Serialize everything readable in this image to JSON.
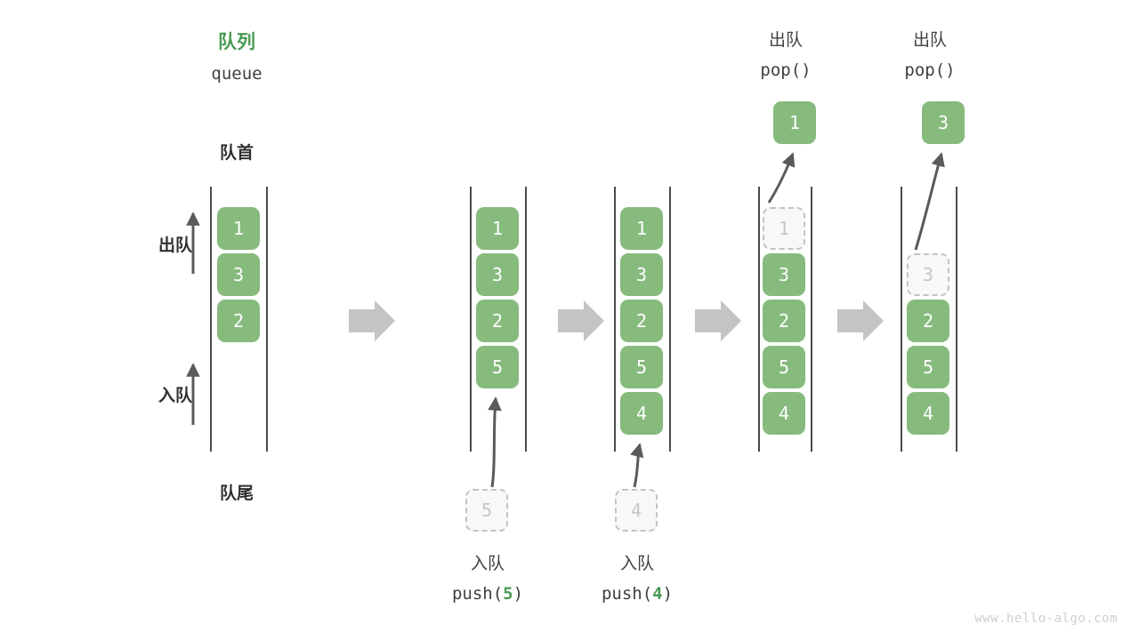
{
  "diagram": {
    "title_cn": "队列",
    "title_en": "queue",
    "front_label": "队首",
    "rear_label": "队尾",
    "pop_side_label": "出队",
    "push_side_label": "入队",
    "watermark": "www.hello-algo.com",
    "accent_green": "#4a9b54",
    "cell_green": "#86bb7d",
    "ghost_gray": "#c6c6c6",
    "arrow_gray": "#5a5a5a",
    "step_arrow_gray": "#c4c4c4"
  },
  "panels": [
    {
      "id": "initial",
      "cells": [
        "1",
        "3",
        "2"
      ],
      "ghost_index": null,
      "caption_cn": "",
      "caption_code": "",
      "external_cell": null
    },
    {
      "id": "after-push-5",
      "cells": [
        "1",
        "3",
        "2",
        "5"
      ],
      "ghost_index": null,
      "caption_cn": "入队",
      "caption_code": "push(5)",
      "caption_code_pre": "push(",
      "caption_code_num": "5",
      "caption_code_post": ")",
      "external_cell": "5"
    },
    {
      "id": "after-push-4",
      "cells": [
        "1",
        "3",
        "2",
        "5",
        "4"
      ],
      "ghost_index": null,
      "caption_cn": "入队",
      "caption_code": "push(4)",
      "caption_code_pre": "push(",
      "caption_code_num": "4",
      "caption_code_post": ")",
      "external_cell": "4"
    },
    {
      "id": "pop-1",
      "cells": [
        "1",
        "3",
        "2",
        "5",
        "4"
      ],
      "ghost_index": 0,
      "header_cn": "出队",
      "header_code": "pop()",
      "popped_cell": "1"
    },
    {
      "id": "pop-3",
      "cells": [
        "",
        "3",
        "2",
        "5",
        "4"
      ],
      "ghost_index": 1,
      "header_cn": "出队",
      "header_code": "pop()",
      "popped_cell": "3"
    }
  ],
  "step_arrows": [
    "step-1",
    "step-2",
    "step-3",
    "step-4"
  ]
}
